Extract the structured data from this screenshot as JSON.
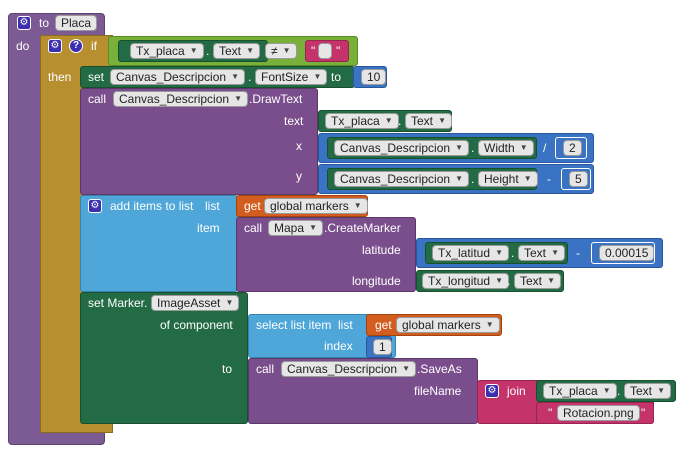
{
  "kw": {
    "to": "to",
    "do": "do",
    "if": "if",
    "then": "then",
    "set": "set",
    "call": "call",
    "text": "text",
    "x": "x",
    "y": "y",
    "add_items": "add items to list",
    "list": "list",
    "item": "item",
    "get": "get",
    "latitude": "latitude",
    "longitude": "longitude",
    "set_marker": "set Marker.",
    "of_component": "of component",
    "select_item": "select list item",
    "index": "index",
    "filename": "fileName",
    "join": "join",
    "dot": "."
  },
  "procedure": {
    "name": "Placa"
  },
  "if_block": {
    "component": "Tx_placa",
    "property": "Text",
    "operator": "≠",
    "string": ""
  },
  "set_fontsize": {
    "component": "Canvas_Descripcion",
    "property": "FontSize",
    "value": "10"
  },
  "drawtext": {
    "component": "Canvas_Descripcion",
    "method": ".DrawText",
    "text_component": "Tx_placa",
    "text_property": "Text",
    "x_component": "Canvas_Descripcion",
    "x_property": "Width",
    "x_op": "/",
    "x_value": "2",
    "y_component": "Canvas_Descripcion",
    "y_property": "Height",
    "y_op": "-",
    "y_value": "5"
  },
  "add_items": {
    "list_var": "global markers",
    "call_component": "Mapa",
    "call_method": ".CreateMarker",
    "lat_component": "Tx_latitud",
    "lat_property": "Text",
    "lat_op": "-",
    "lat_value": "0.00015",
    "lon_component": "Tx_longitud",
    "lon_property": "Text"
  },
  "set_marker": {
    "property": "ImageAsset",
    "list_var": "global markers",
    "index_value": "1",
    "call_component": "Canvas_Descripcion",
    "call_method": ".SaveAs",
    "join_component": "Tx_placa",
    "join_property": "Text",
    "join_string": "Rotacion.png"
  },
  "icons": {
    "gear": "gear-icon",
    "help": "help-icon",
    "dropdown": "dropdown-arrow-icon"
  },
  "colors": {
    "procedure": "#7c5a93",
    "control": "#b78f2f",
    "logic": "#78b03a",
    "component": "#226b44",
    "method": "#7a4e8c",
    "list": "#4ea6d9",
    "variable": "#d35d1e",
    "math": "#3a73c4",
    "text": "#c4336a"
  }
}
